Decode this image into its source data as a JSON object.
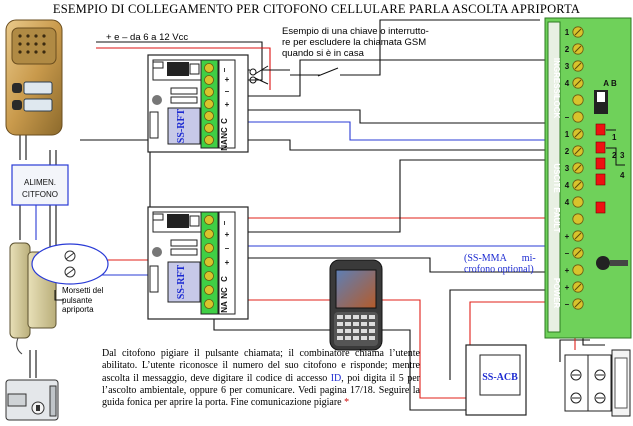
{
  "title": "ESEMPIO DI COLLEGAMENTO PER CITOFONO CELLULARE PARLA ASCOLTA APRIPORTA",
  "power_label": "+ e – da 6 a 12 Vcc",
  "key_note": [
    "Esempio di una chiave o interrutto-",
    "re per escludere la chiamata GSM",
    "quando si è in casa"
  ],
  "alimen_label": [
    "ALIMEN.",
    "CITFONO"
  ],
  "morsetti_note": [
    "Morsetti del",
    "pulsante",
    "apriporta"
  ],
  "module_1": {
    "name": "SS-RFT",
    "terminals": [
      "NA",
      "NC",
      "C",
      "+",
      "–",
      "+",
      "–"
    ]
  },
  "module_2": {
    "name": "SS-RFT",
    "terminals": [
      "NA",
      "NC",
      "C",
      "+",
      "–",
      "+",
      "–"
    ]
  },
  "mma_note": {
    "line1": "(SS-MMA",
    "line1b": "mi-",
    "line2": "crofono",
    "line2b": "optional)"
  },
  "acb_label": "SS-ACB",
  "panel": {
    "sections": [
      {
        "name": "INGRESSI",
        "numbers": [
          "1",
          "2",
          "3",
          "4"
        ]
      },
      {
        "name": "LOCK",
        "numbers": [
          "–"
        ]
      },
      {
        "name": "USCITE",
        "numbers": [
          "1",
          "2",
          "3",
          "4"
        ]
      },
      {
        "name": "FAULT",
        "numbers": [
          "4"
        ]
      },
      {
        "name": "POWER",
        "numbers": [
          "+",
          "–"
        ]
      }
    ],
    "switch_label": "A   B",
    "led_numbers": [
      "1",
      "2",
      "3",
      "4"
    ],
    "extra_signs": [
      "+",
      "–",
      "+",
      "–"
    ]
  },
  "description": {
    "part1": "Dal citofono pigiare il pulsante chiamata; il combinatore chiama l’utente abilitato. L’utente riconosce il numero del suo citofono e risponde; mentre ascolta il messaggio, deve digitare il codice di accesso ",
    "id": "ID",
    "part2": ", poi digita il 5 per l’ascolto ambientale, oppure 6 per comunicare. Vedi pagina 17/18. Seguire la guida fonica per aprire la porta. Fine comunicazione pigiare ",
    "star": "*"
  },
  "colors": {
    "panel_green": "#6fd15a",
    "wire_red": "#e0201a",
    "wire_blue": "#2a3bd6",
    "module_green": "#3fcf45",
    "terminal_yellow": "#d8c32c"
  }
}
